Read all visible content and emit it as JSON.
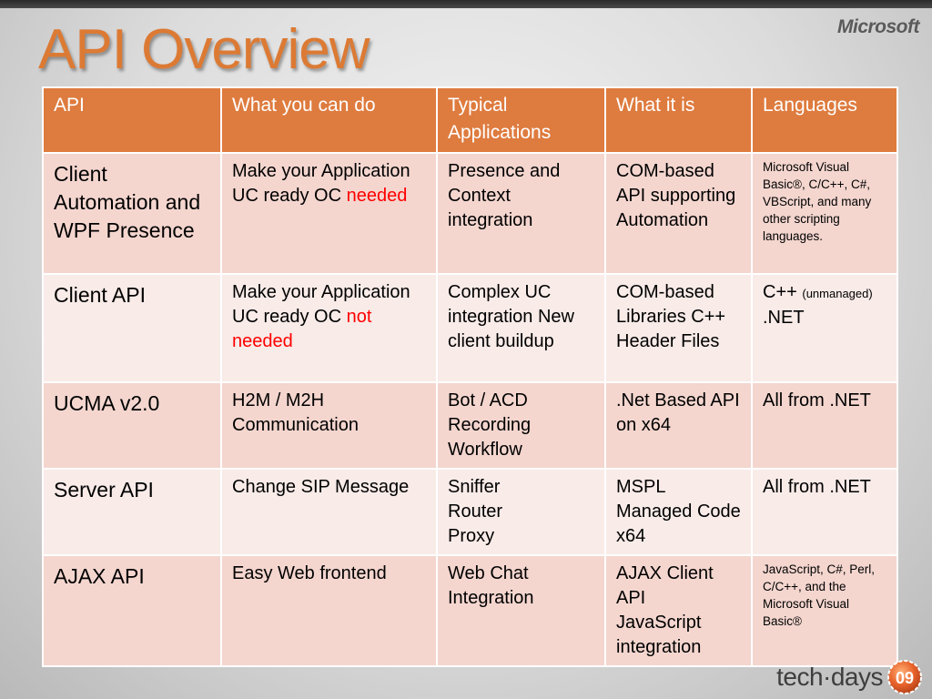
{
  "slide": {
    "title": "API Overview",
    "brand": "Microsoft",
    "footer_text": "tech·days",
    "badge_text": "09",
    "colors": {
      "title": "#dc7a34",
      "header_bg": "#de7b3e",
      "row_dark": "#f4d6cf",
      "row_light": "#f8ebe8",
      "highlight": "#ff0000"
    }
  },
  "table": {
    "headers": [
      "API",
      "What you can do",
      "Typical Applications",
      "What it is",
      "Languages"
    ],
    "rows": [
      {
        "api": "Client Automation and WPF Presence",
        "what_can_do": "Make your Application UC ready OC ",
        "what_can_do_highlight": "needed",
        "typical_apps": "Presence and Context integration",
        "what_it_is": "COM-based API supporting Automation",
        "languages": "Microsoft Visual Basic®, C/C++, C#, VBScript, and many other scripting languages."
      },
      {
        "api": "Client API",
        "what_can_do": "Make your Application UC ready OC ",
        "what_can_do_highlight": "not needed",
        "typical_apps": "Complex UC integration New client buildup",
        "what_it_is": "COM-based Libraries C++ Header Files",
        "languages_main": "C++ ",
        "languages_note": "(unmanaged)",
        "languages_extra": ".NET"
      },
      {
        "api": "UCMA v2.0",
        "what_can_do": "H2M / M2H Communication",
        "typical_apps": "Bot / ACD Recording Workflow",
        "what_it_is": ".Net Based API on x64",
        "languages": "All from .NET"
      },
      {
        "api": "Server API",
        "what_can_do": "Change SIP Message",
        "typical_apps_lines": [
          "Sniffer",
          "Router",
          "Proxy"
        ],
        "what_it_is_lines": [
          "MSPL",
          "Managed Code x64"
        ],
        "languages": "All from .NET"
      },
      {
        "api": "AJAX API",
        "what_can_do": "Easy Web frontend",
        "typical_apps": "Web Chat Integration",
        "what_it_is_lines": [
          "AJAX Client API",
          "JavaScript integration"
        ],
        "languages": "JavaScript, C#, Perl, C/C++, and the Microsoft Visual Basic®"
      }
    ]
  }
}
